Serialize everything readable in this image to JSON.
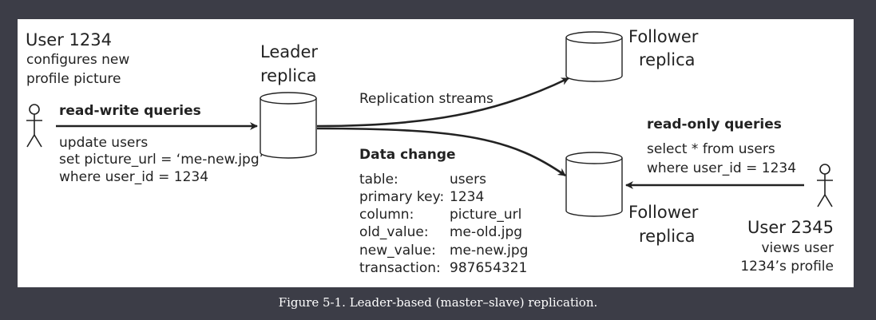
{
  "user_writer": {
    "title": "User 1234",
    "line1": "configures new",
    "line2": "profile picture"
  },
  "leader": {
    "line1": "Leader",
    "line2": "replica"
  },
  "follower_top": {
    "line1": "Follower",
    "line2": "replica"
  },
  "follower_bottom": {
    "line1": "Follower",
    "line2": "replica"
  },
  "write_queries": {
    "heading": "read-write queries",
    "line1": "update users",
    "line2": "set picture_url = ‘me-new.jpg’",
    "line3": "where user_id = 1234"
  },
  "replication_label": "Replication streams",
  "data_change": {
    "heading": "Data change",
    "rows": [
      {
        "key": "table:",
        "value": "users"
      },
      {
        "key": "primary key:",
        "value": "1234"
      },
      {
        "key": "column:",
        "value": "picture_url"
      },
      {
        "key": "old_value:",
        "value": "me-old.jpg"
      },
      {
        "key": "new_value:",
        "value": "me-new.jpg"
      },
      {
        "key": "transaction:",
        "value": "987654321"
      }
    ]
  },
  "read_queries": {
    "heading": "read-only queries",
    "line1": "select * from users",
    "line2": "where user_id = 1234"
  },
  "user_reader": {
    "title": "User 2345",
    "line1": "views user",
    "line2": "1234’s profile"
  },
  "caption": "Figure 5-1. Leader-based (master–slave) replication."
}
